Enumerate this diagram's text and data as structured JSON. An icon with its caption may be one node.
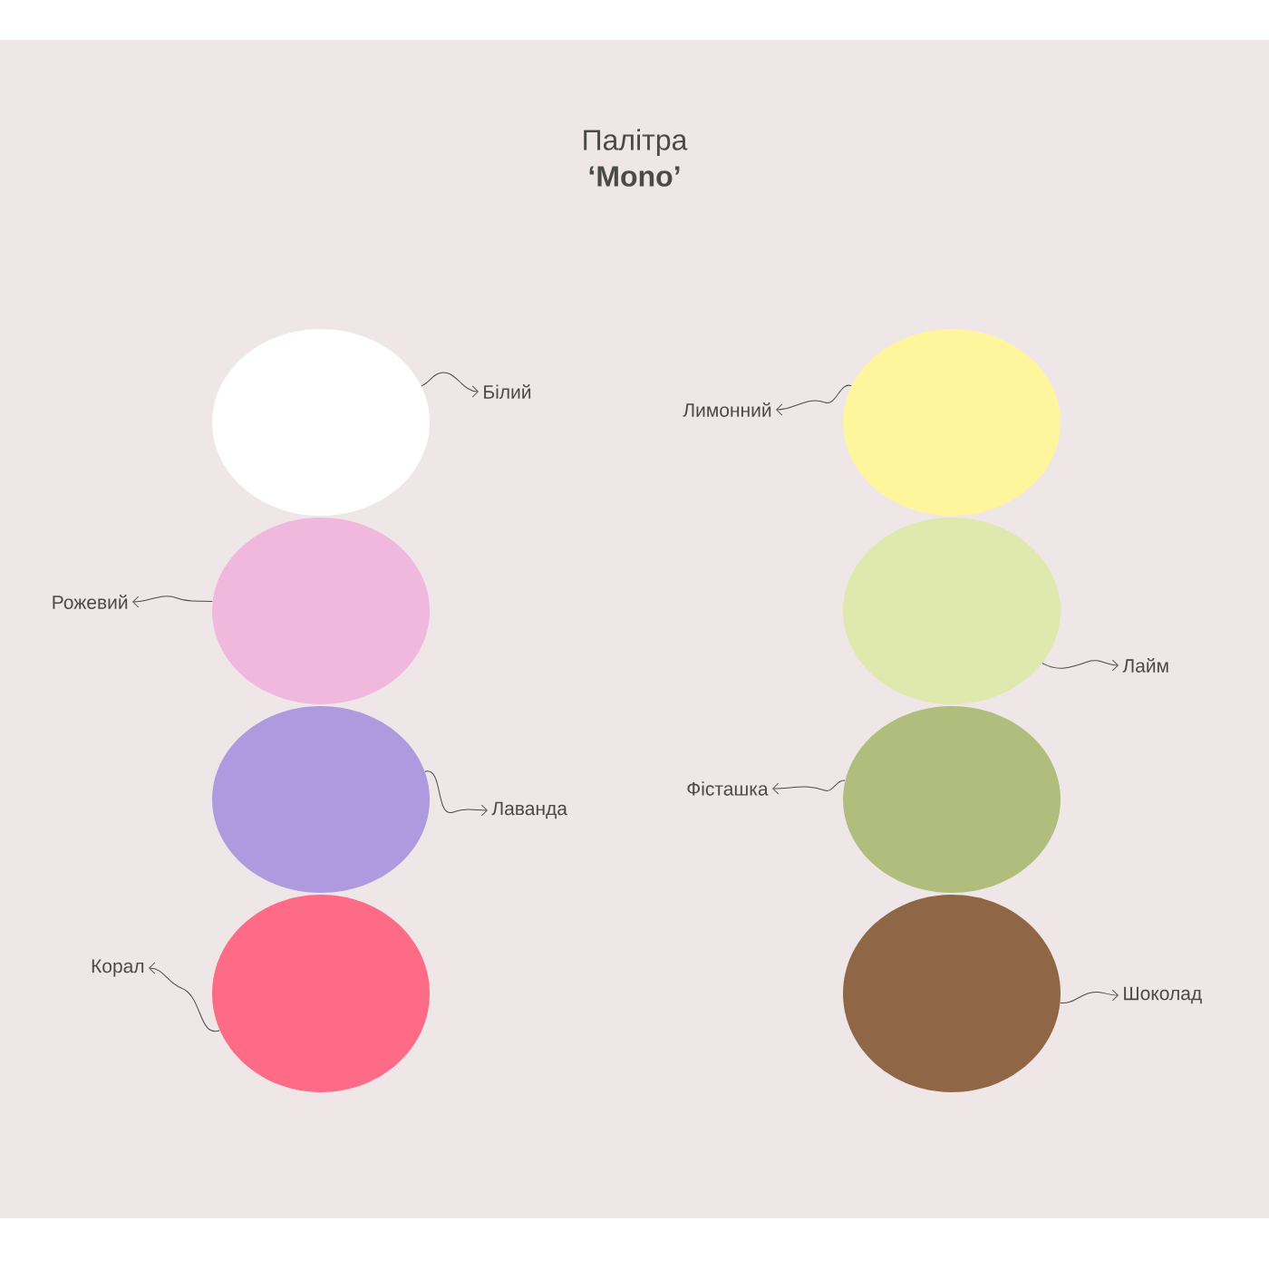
{
  "diagram": {
    "title": "Палітра **‘Mono’**",
    "nodes": [
      {
        "text": [],
        "shape": "circle"
      },
      {
        "text": [],
        "shape": "circle"
      },
      {
        "text": [],
        "shape": "circle"
      },
      {
        "text": [],
        "shape": "circle"
      },
      {
        "text": [],
        "shape": "circle"
      },
      {
        "text": [],
        "shape": "circle"
      },
      {
        "text": [],
        "shape": "circle"
      },
      {
        "text": [],
        "shape": "circle"
      },
      {
        "text": [
          "Білий"
        ]
      },
      {
        "text": [
          "Рожевий"
        ]
      },
      {
        "text": [
          "Лаванда"
        ]
      },
      {
        "text": [
          "Корал"
        ]
      },
      {
        "text": [
          "Лимонний"
        ]
      },
      {
        "text": [
          "Лайм"
        ]
      },
      {
        "text": [
          "Фісташка"
        ]
      },
      {
        "text": [
          "Шоколад"
        ]
      }
    ],
    "edges": [
      {
        "from": 0,
        "to": 8,
        "arrow": "to"
      },
      {
        "from": 1,
        "to": 9,
        "arrow": "to"
      },
      {
        "from": 2,
        "to": 10,
        "arrow": "to"
      },
      {
        "from": 3,
        "to": 11,
        "arrow": "to"
      },
      {
        "from": 4,
        "to": 12,
        "arrow": "to"
      },
      {
        "from": 5,
        "to": 13,
        "arrow": "to"
      },
      {
        "from": 6,
        "to": 14,
        "arrow": "to"
      },
      {
        "from": 7,
        "to": 15,
        "arrow": "to"
      }
    ]
  }
}
